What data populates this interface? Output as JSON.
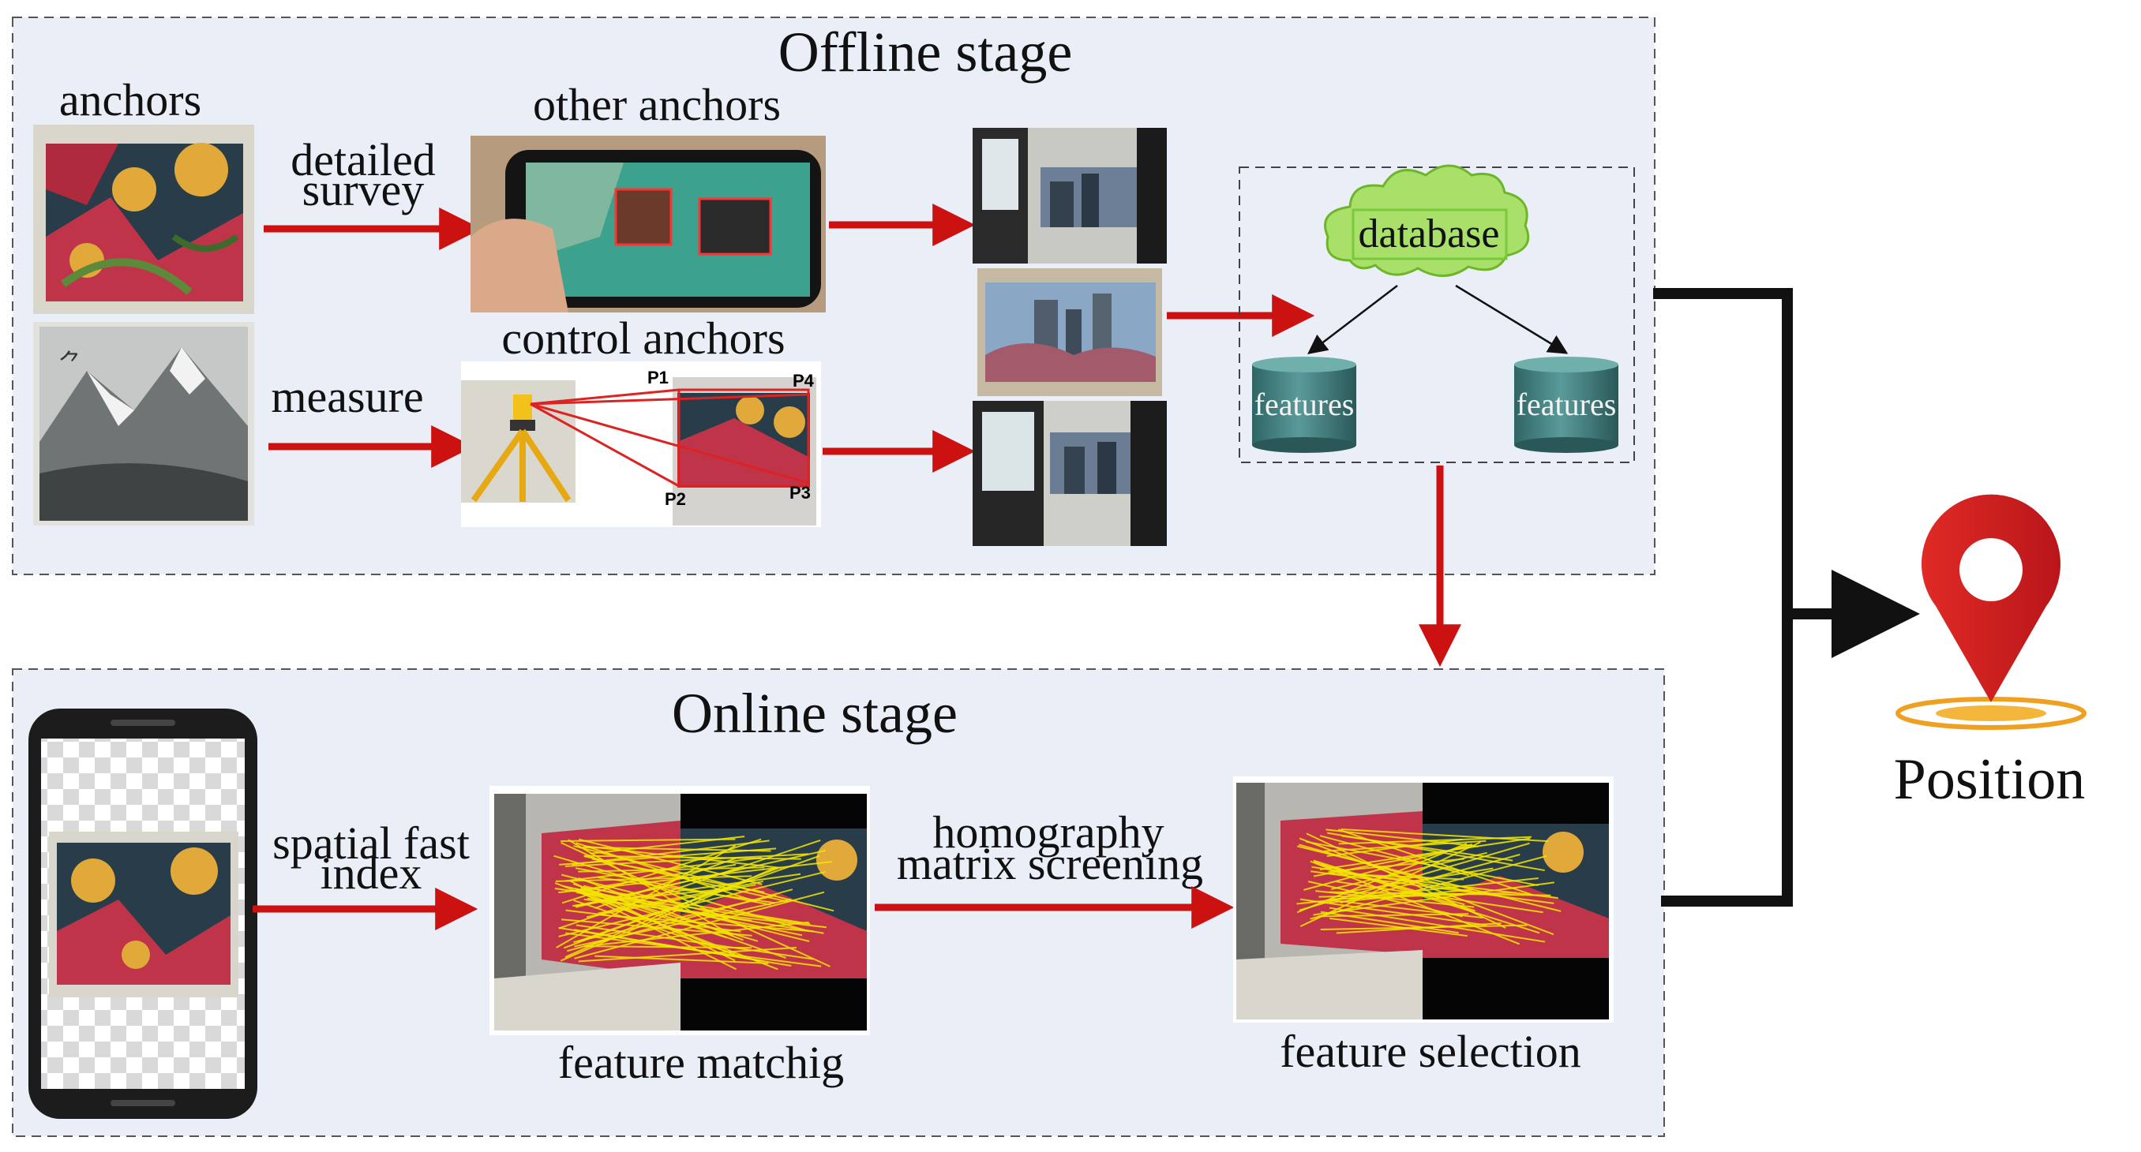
{
  "offline": {
    "title": "Offline stage",
    "anchors_label": "anchors",
    "detailed_survey_l1": "detailed",
    "detailed_survey_l2": "survey",
    "other_anchors_label": "other anchors",
    "control_anchors_label": "control anchors",
    "measure_label": "measure",
    "points": [
      "P1",
      "P2",
      "P3",
      "P4"
    ],
    "database_label": "database",
    "features_label_1": "features",
    "features_label_2": "features"
  },
  "online": {
    "title": "Online stage",
    "spatial_fast_l1": "spatial fast",
    "spatial_fast_l2": "index",
    "homography_l1": "homography",
    "homography_l2": "matrix screening",
    "feature_matching_label": "feature matchig",
    "feature_selection_label": "feature selection"
  },
  "position_label": "Position",
  "colors": {
    "panel_bg": "#e9eef7",
    "arrow_red": "#cc1111",
    "cloud_green": "#a8e06a",
    "cylinder": "#3f7a7a",
    "pin_red": "#d8201f",
    "match_yellow": "#f2e600"
  }
}
